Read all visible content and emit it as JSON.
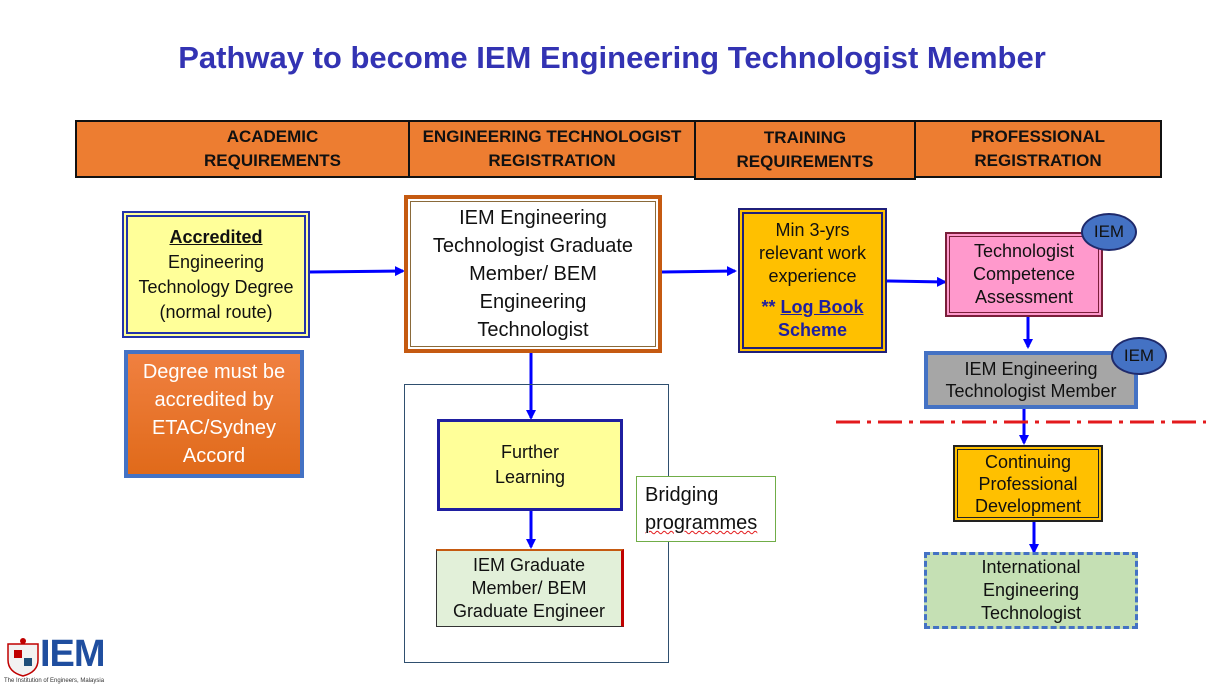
{
  "title": "Pathway to become IEM Engineering Technologist Member",
  "headers": [
    {
      "line1": "ACADEMIC",
      "line2": "REQUIREMENTS"
    },
    {
      "line1": "ENGINEERING TECHNOLOGIST",
      "line2": "REGISTRATION"
    },
    {
      "line1": "TRAINING",
      "line2": "REQUIREMENTS"
    },
    {
      "line1": "PROFESSIONAL",
      "line2": "REGISTRATION"
    }
  ],
  "academic": {
    "accredited": "Accredited",
    "lines": [
      "Engineering",
      "Technology Degree",
      "(normal route)"
    ],
    "note": [
      "Degree must be",
      "accredited by",
      "ETAC/Sydney",
      "Accord"
    ]
  },
  "registration": {
    "graduate_lines": [
      "IEM Engineering",
      "Technologist Graduate",
      "Member/ BEM",
      "Engineering",
      "Technologist"
    ],
    "further_learning": [
      "Further",
      "Learning"
    ],
    "bridging": [
      "Bridging",
      "programmes"
    ],
    "iem_graduate": [
      "IEM Graduate",
      "Member/ BEM",
      "Graduate Engineer"
    ]
  },
  "training": {
    "lines": [
      "Min 3-yrs",
      "relevant work",
      "experience"
    ],
    "logbook_prefix": "** ",
    "logbook_link": "Log Book",
    "logbook_line2": "Scheme"
  },
  "professional": {
    "assessment": [
      "Technologist",
      "Competence",
      "Assessment"
    ],
    "member": [
      "IEM Engineering",
      "Technologist Member"
    ],
    "cpd": [
      "Continuing",
      "Professional",
      "Development"
    ],
    "international": [
      "International",
      "Engineering",
      "Technologist"
    ],
    "badge": "IEM"
  },
  "logo": {
    "text": "IEM",
    "caption": "The Institution of Engineers, Malaysia"
  },
  "colors": {
    "header": "#ed7d31",
    "title": "#3333b3",
    "yellow": "#ffff99",
    "gold": "#ffc000",
    "pink": "#ff99cc",
    "grey": "#a6a6a6",
    "green": "#c5e0b4",
    "arrow": "#0000ff",
    "badge": "#4472c4",
    "dashed_line": "#e31a1c"
  }
}
